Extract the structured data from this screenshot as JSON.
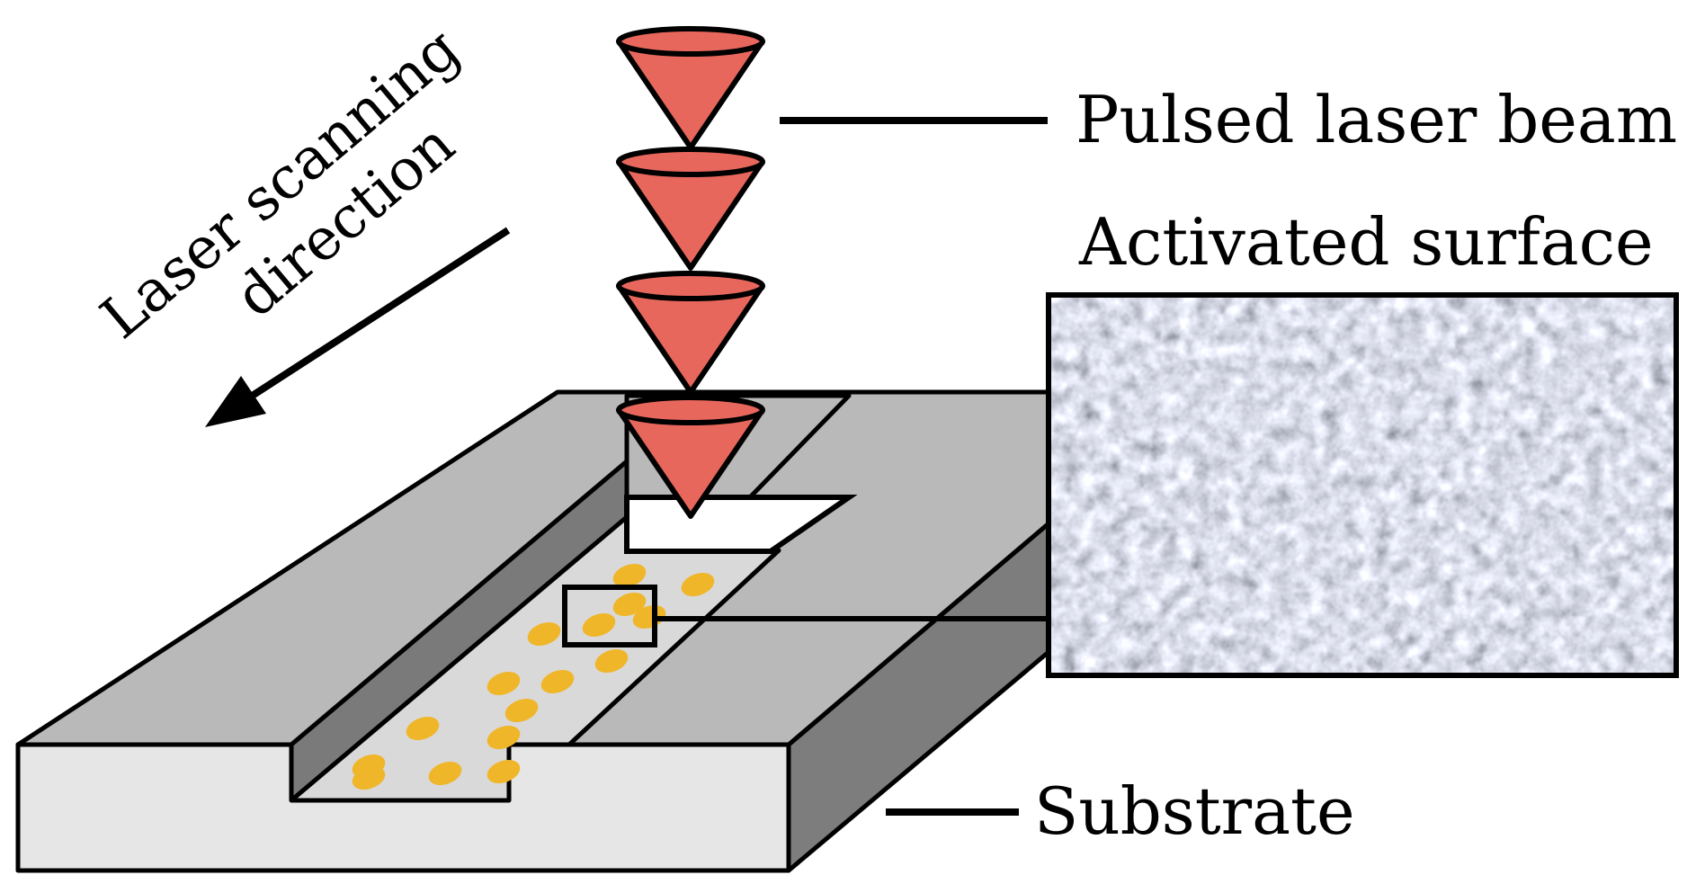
{
  "labels": {
    "pulsed_laser_beam": "Pulsed laser beam",
    "activated_surface": "Activated surface",
    "substrate": "Substrate",
    "scan_line1": "Laser scanning",
    "scan_line2": "direction"
  },
  "colors": {
    "laser": "#e8675c",
    "particles": "#f0b62a",
    "substrate_top": "#b9b9b9",
    "substrate_front": "#e6e6e6",
    "substrate_side": "#7d7d7d",
    "groove_floor": "#d9d9d9",
    "inset_image": "#3a3d42"
  },
  "pulse_count": 4,
  "particle_count": 16
}
